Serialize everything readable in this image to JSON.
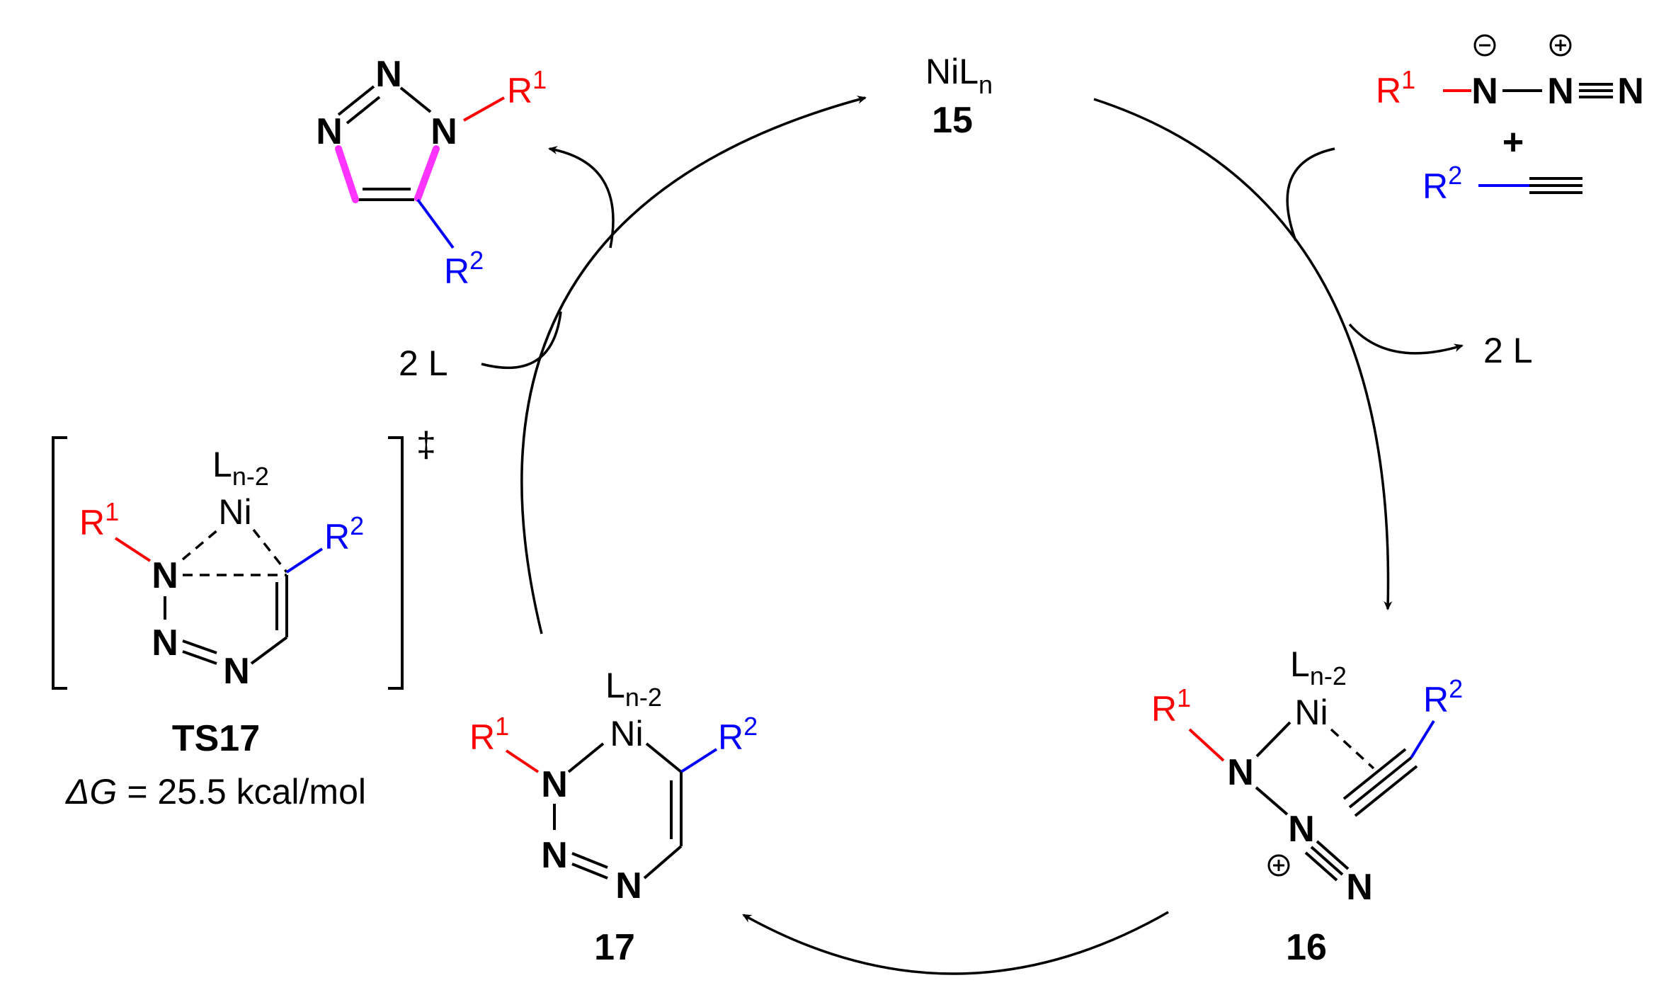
{
  "colors": {
    "r1": "#ff0000",
    "r2": "#0000ff",
    "new_bond": "#ff33ff",
    "ink": "#000000"
  },
  "catalyst": {
    "formula_base": "NiL",
    "formula_sub": "n",
    "number": "15"
  },
  "reagents": {
    "r1": "R",
    "r1_sup": "1",
    "r2": "R",
    "r2_sup": "2",
    "n_atom": "N",
    "plus": "+",
    "charge_minus": "−",
    "charge_plus": "+"
  },
  "ligand_loss": "2 L",
  "ligand_gain": "2 L",
  "product": {
    "n": "N",
    "r1": "R",
    "r1_sup": "1",
    "r2": "R",
    "r2_sup": "2"
  },
  "intermediate16": {
    "l_base": "L",
    "l_sub": "n-2",
    "ni": "Ni",
    "n": "N",
    "r1": "R",
    "r1_sup": "1",
    "r2": "R",
    "r2_sup": "2",
    "charge": "+",
    "number": "16"
  },
  "intermediate17": {
    "l_base": "L",
    "l_sub": "n-2",
    "ni": "Ni",
    "n": "N",
    "r1": "R",
    "r1_sup": "1",
    "r2": "R",
    "r2_sup": "2",
    "number": "17"
  },
  "ts17": {
    "l_base": "L",
    "l_sub": "n-2",
    "ni": "Ni",
    "n": "N",
    "r1": "R",
    "r1_sup": "1",
    "r2": "R",
    "r2_sup": "2",
    "dagger": "‡",
    "label": "TS17",
    "energy_symbol": "Δ",
    "energy_var": "G",
    "energy_value": " = 25.5 kcal/mol"
  }
}
